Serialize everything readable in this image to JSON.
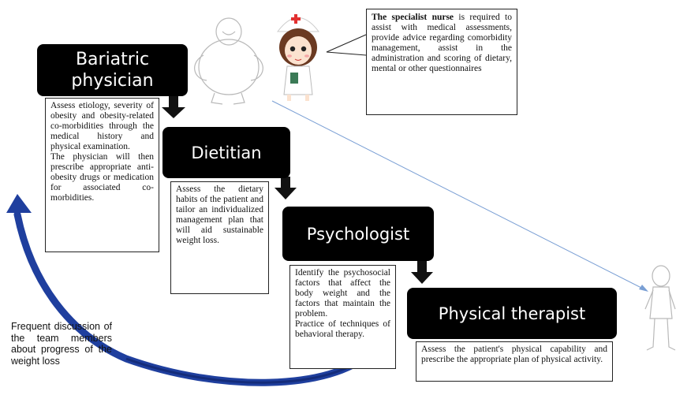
{
  "roles": {
    "bariatric": "Bariatric physician",
    "dietitian": "Dietitian",
    "psychologist": "Psychologist",
    "therapist": "Physical therapist"
  },
  "descriptions": {
    "bariatric_1": "Assess etiology, severity of obesity and obesity-related co-morbidities through the medical history and physical examination.",
    "bariatric_2": "The physician will then prescribe appropriate anti-obesity drugs or medication for associated co-morbidities.",
    "dietitian": "Assess the dietary habits of the patient and tailor an individualized management plan that will aid sustainable weight loss.",
    "psychologist_1": "Identify the psychosocial factors that affect the body weight and the factors that maintain the problem.",
    "psychologist_2": "Practice of techniques of behavioral therapy.",
    "therapist": "Assess the patient's physical capability and prescribe the appropriate plan of physical activity."
  },
  "nurse": {
    "bold": "The specialist nurse",
    "text": " is required to assist with medical assessments, provide advice regarding comorbidity management, assist in the administration and scoring of dietary, mental or other questionnaires"
  },
  "loop_note": "Frequent discussion of the team members about progress of the weight loss",
  "colors": {
    "role_box": "#000000",
    "loop_arrow": "#1f3f9e",
    "dotted_arrow": "#7a9fd4"
  }
}
